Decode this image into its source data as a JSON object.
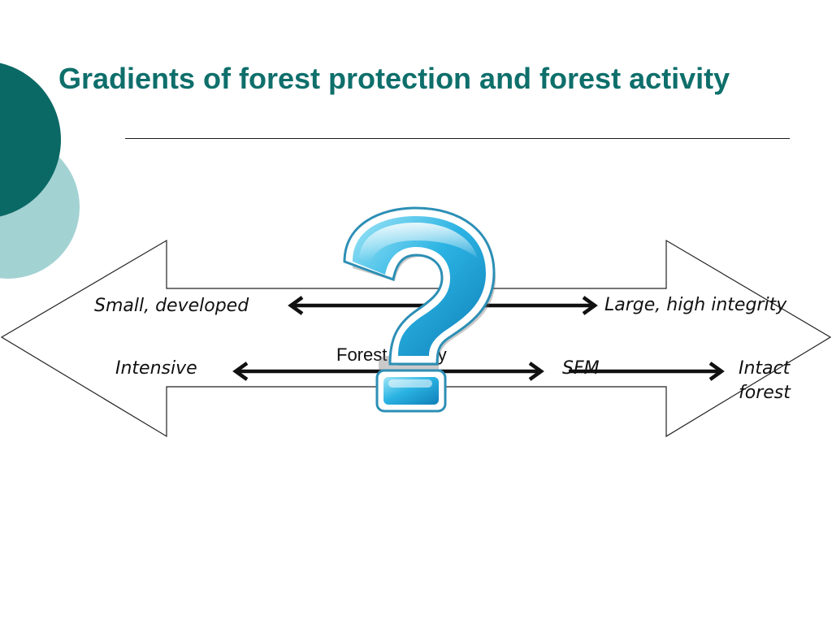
{
  "slide": {
    "title": "Gradients of forest protection and forest activity"
  },
  "diagram": {
    "top_gradient": {
      "left_label": "Small, developed",
      "right_label": "Large, high integrity"
    },
    "bottom_gradient": {
      "left_label": "Intensive",
      "middle_label": "SFM",
      "right_label_line1": "Intact",
      "right_label_line2": "forest"
    },
    "center_label": "Forest activity"
  },
  "colors": {
    "title": "#0e6f6b",
    "circle_dark": "#0b6965",
    "circle_light": "#a3d2d3",
    "arrow_line": "#111111",
    "question_mark": "#29aee0"
  },
  "icons": {
    "center_icon": "question-mark-icon"
  }
}
